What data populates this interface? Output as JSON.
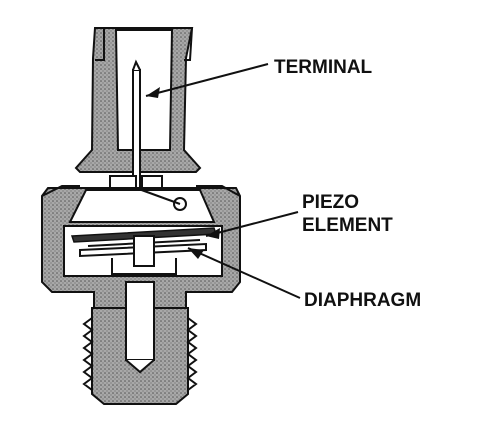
{
  "labels": {
    "terminal": "TERMINAL",
    "piezo_line1": "PIEZO",
    "piezo_line2": "ELEMENT",
    "diaphragm": "DIAPHRAGM"
  },
  "colors": {
    "ink": "#111111",
    "housing_fill": "#9a9a9a",
    "background": "#ffffff"
  }
}
